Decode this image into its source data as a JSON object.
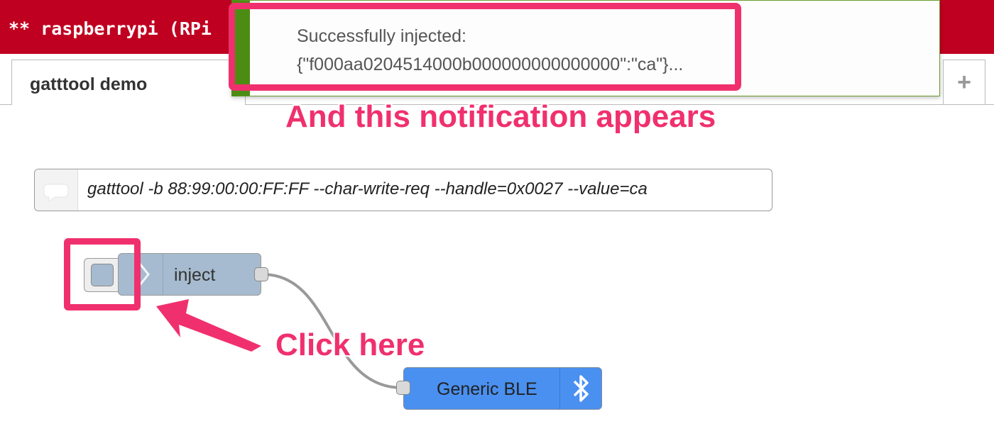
{
  "header": {
    "title": "** raspberrypi (RPi"
  },
  "tabs": [
    {
      "label": "gatttool demo"
    }
  ],
  "add_tab_label": "+",
  "notification": {
    "line1": "Successfully injected:",
    "line2": "{\"f000aa0204514000b000000000000000\":\"ca\"}..."
  },
  "annotations": {
    "notification_callout": "And this notification appears",
    "click_callout": "Click here",
    "color": "#f0306e"
  },
  "comment_node": {
    "text": "gatttool -b 88:99:00:00:FF:FF --char-write-req --handle=0x0027 --value=ca",
    "icon": "comment-icon"
  },
  "inject_node": {
    "label": "inject",
    "icon": "arrow-in-icon",
    "color": "#a6bbcf"
  },
  "ble_node": {
    "label": "Generic BLE",
    "icon": "bluetooth-icon",
    "color": "#4a90f0"
  },
  "colors": {
    "header": "#c00020",
    "notification_accent": "#4d8c13"
  }
}
